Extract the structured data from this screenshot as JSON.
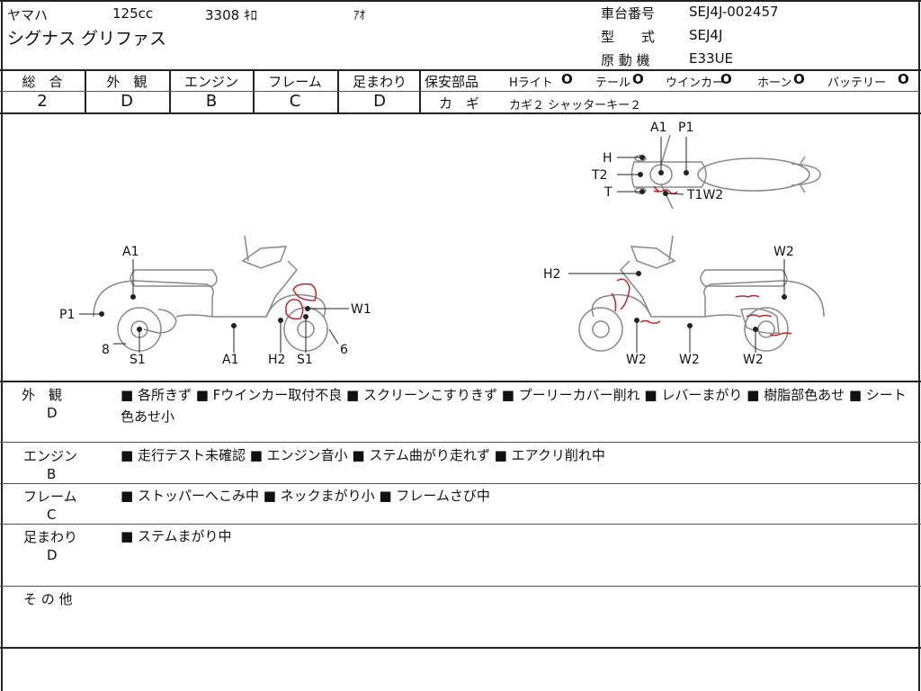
{
  "header": {
    "maker": "ヤマハ",
    "displacement": "125cc",
    "mileage": "3308 ｷﾛ",
    "color": "ｱｵ",
    "model_name": "シグナス グリファス",
    "frame_no_label": "車台番号",
    "frame_no": "SEJ4J-002457",
    "model_label": "型　　式",
    "model_code": "SEJ4J",
    "engine_label": "原 動 機",
    "engine_code": "E33UE"
  },
  "grades": {
    "overall_label": "総　合",
    "overall": "2",
    "exterior_label": "外　観",
    "exterior": "D",
    "engine_label": "エンジン",
    "engine": "B",
    "frame_label": "フレーム",
    "frame": "C",
    "suspension_label": "足まわり",
    "suspension": "D"
  },
  "safety": {
    "label": "保安部品",
    "items": [
      {
        "name": "Hライト",
        "mark": "O"
      },
      {
        "name": "テール",
        "mark": "O"
      },
      {
        "name": "ウインカー",
        "mark": "O"
      },
      {
        "name": "ホーン",
        "mark": "O"
      },
      {
        "name": "バッテリー",
        "mark": "O"
      }
    ],
    "key_label": "カ　ギ",
    "key_value": "カギ２ シャッターキー２"
  },
  "diagram_labels": {
    "top": [
      "A1",
      "P1",
      "H",
      "T2",
      "T",
      "T1W2"
    ],
    "left": [
      "A1",
      "P1",
      "W1",
      "8",
      "S1",
      "A1",
      "H2",
      "S1",
      "6"
    ],
    "right": [
      "H2",
      "W2",
      "W2",
      "W2",
      "W2"
    ]
  },
  "remarks": [
    {
      "label": "外　観",
      "grade": "D",
      "text": "■ 各所きず ■ Fウインカー取付不良 ■ スクリーンこすりきず ■ プーリーカバー削れ ■ レバーまがり ■ 樹脂部色あせ ■ シート色あせ小"
    },
    {
      "label": "エンジン",
      "grade": "B",
      "text": "■ 走行テスト未確認 ■ エンジン音小 ■ ステム曲がり走れず ■ エアクリ削れ中"
    },
    {
      "label": "フレーム",
      "grade": "C",
      "text": "■ ストッパーへこみ中 ■ ネックまがり小 ■ フレームさび中"
    },
    {
      "label": "足まわり",
      "grade": "D",
      "text": "■ ステムまがり中"
    },
    {
      "label": "そ の 他",
      "grade": "",
      "text": ""
    }
  ],
  "colors": {
    "line": "#222222",
    "damage": "#c0272d",
    "sketch": "#888888"
  }
}
